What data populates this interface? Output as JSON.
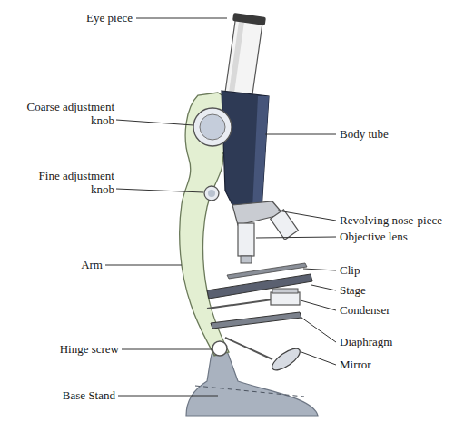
{
  "diagram": {
    "labels": [
      "Eye piece",
      "Coarse adjustment knob",
      "Fine adjustment knob",
      "Arm",
      "Hinge screw",
      "Base Stand",
      "Body tube",
      "Revolving nose-piece",
      "Objective lens",
      "Clip",
      "Stage",
      "Condenser",
      "Diaphragm",
      "Mirror"
    ]
  }
}
